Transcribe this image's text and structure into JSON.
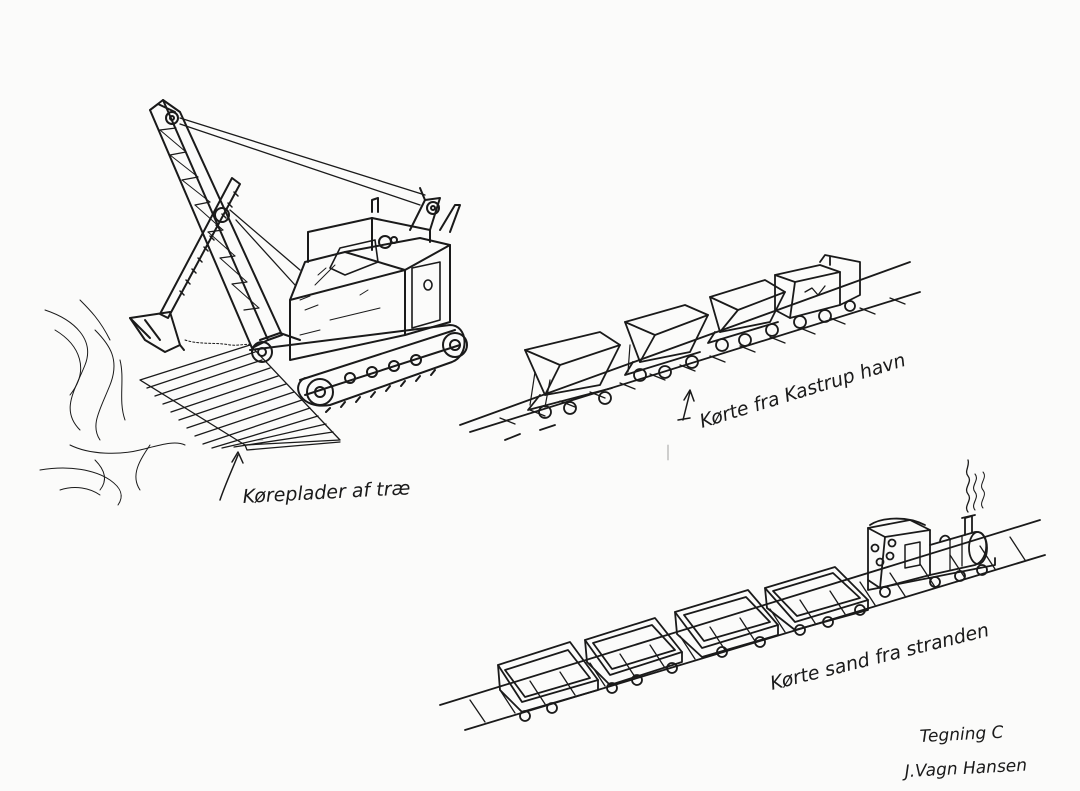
{
  "labels": {
    "koreplader": "Køreplader af træ",
    "kastrup": "Kørte fra Kastrup havn",
    "stranden": "Kørte sand fra stranden",
    "tegning": "Tegning C",
    "author": "J.Vagn Hansen"
  },
  "colors": {
    "ink": "#1a1a1a",
    "paper": "#fbfbfa"
  }
}
